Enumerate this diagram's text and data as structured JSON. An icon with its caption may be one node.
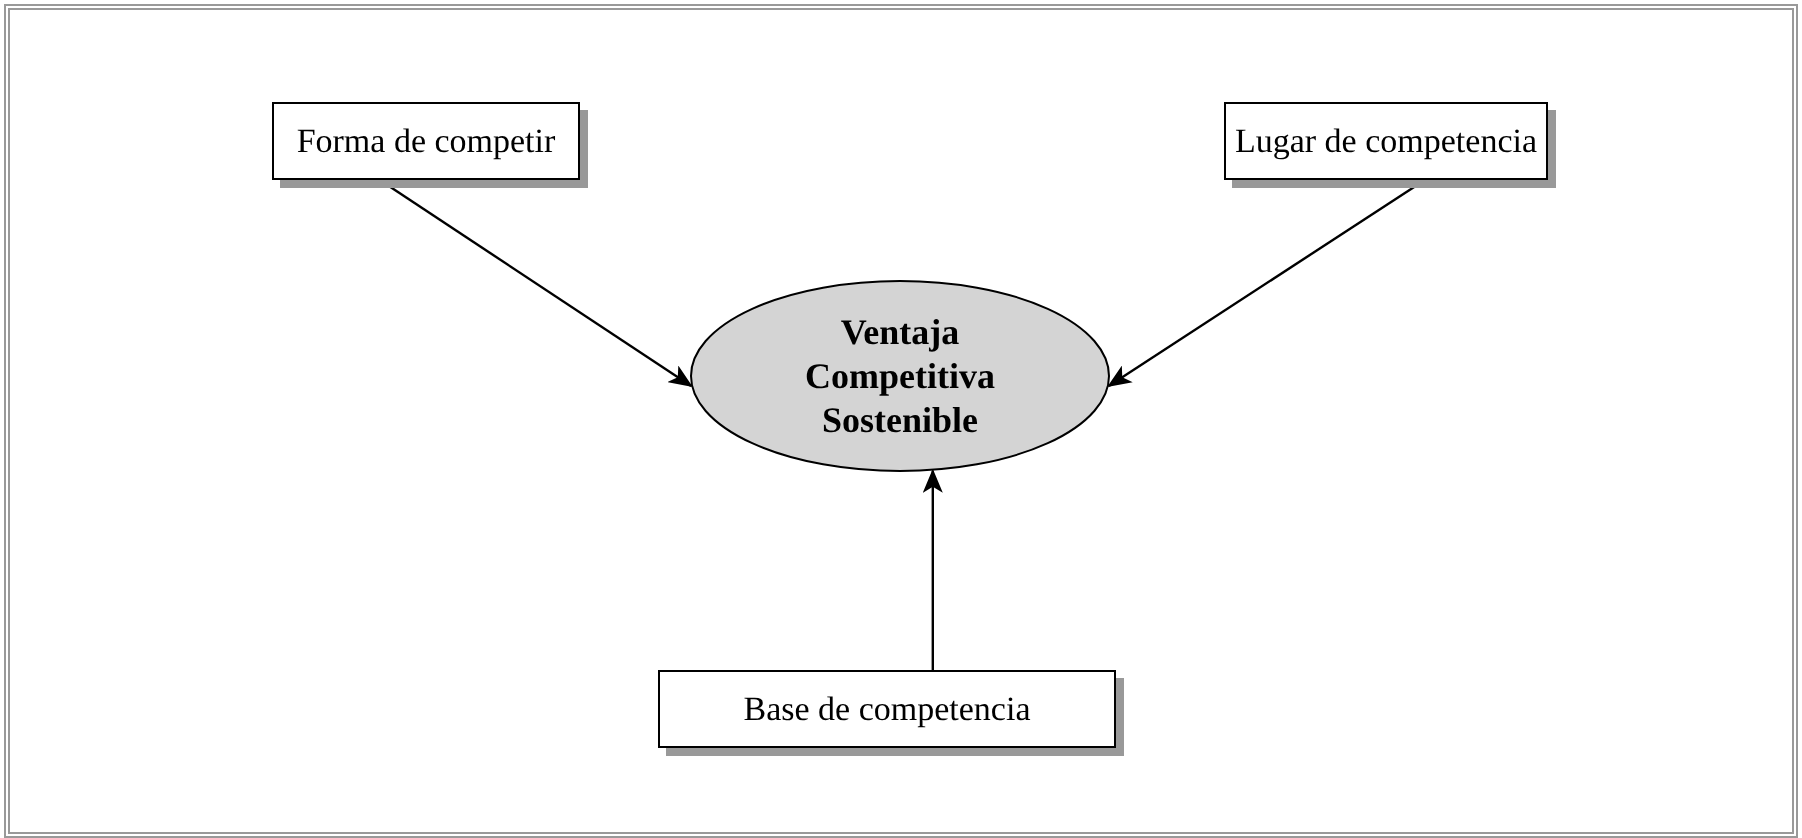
{
  "diagram": {
    "nodes": [
      {
        "text": [
          "Forma de competir"
        ]
      },
      {
        "text": [
          "Lugar de competencia"
        ]
      },
      {
        "text": [
          "Ventaja Competitiva Sostenible"
        ]
      },
      {
        "text": [
          "Base de competencia"
        ]
      }
    ],
    "edges": [
      {
        "from": 0,
        "to": 2,
        "arrow": "to"
      },
      {
        "from": 1,
        "to": 2,
        "arrow": "to"
      },
      {
        "from": 3,
        "to": 2,
        "arrow": "to"
      }
    ]
  }
}
